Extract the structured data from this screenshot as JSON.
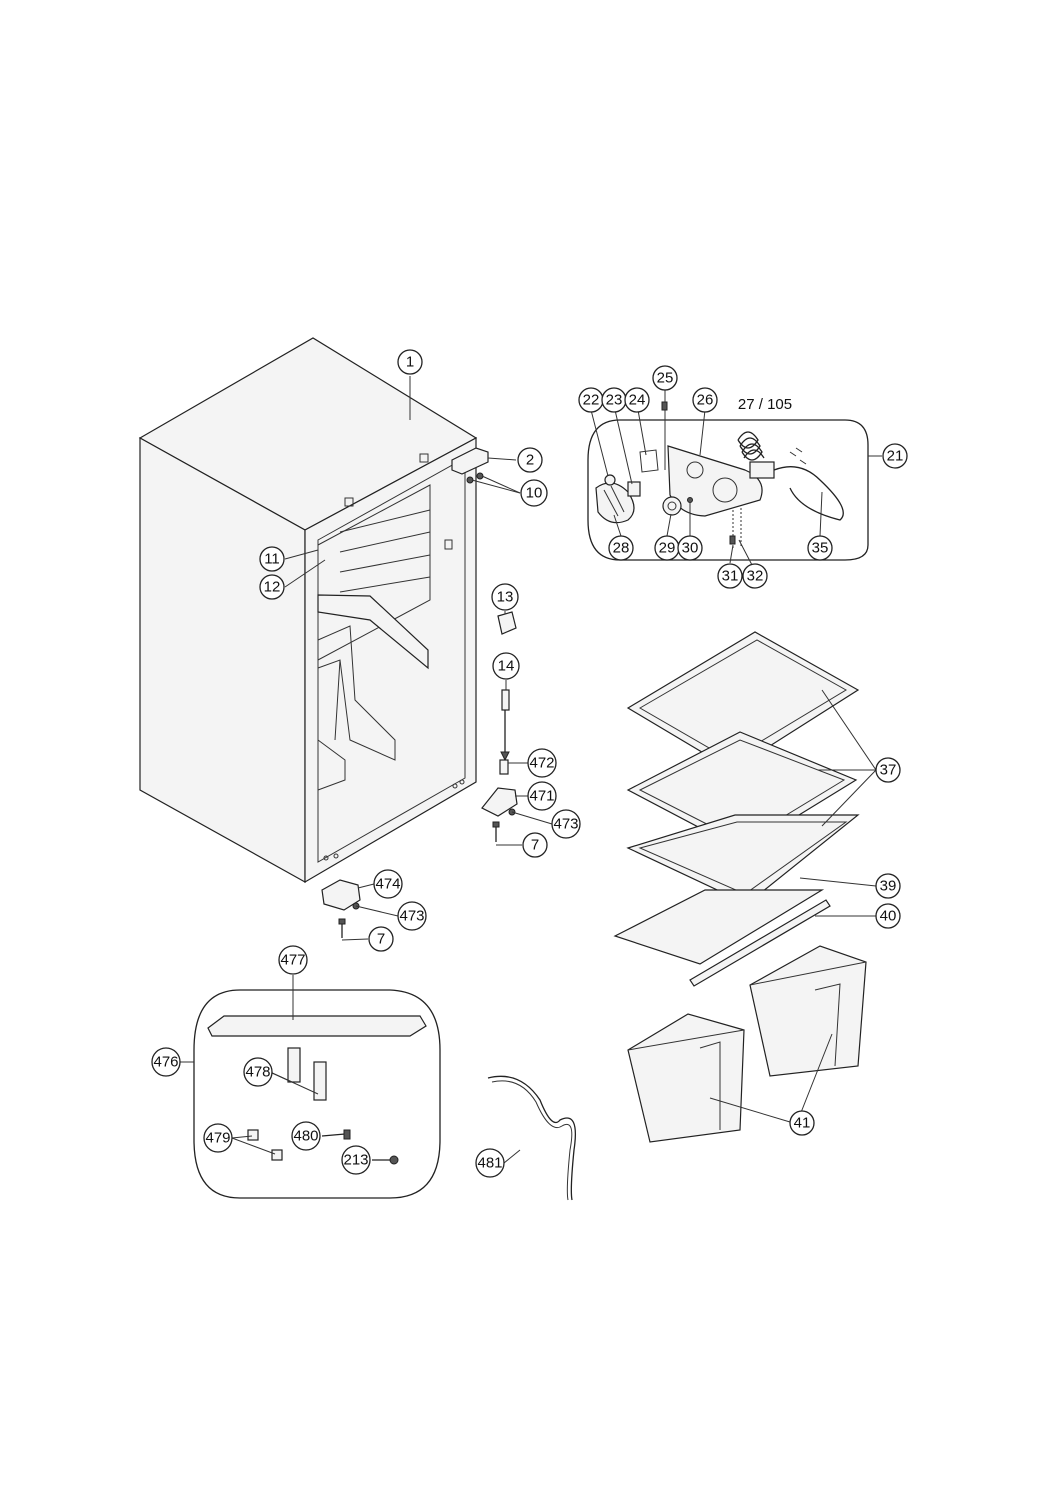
{
  "callouts": {
    "c1": "1",
    "c2": "2",
    "c10": "10",
    "c11": "11",
    "c12": "12",
    "c13": "13",
    "c14": "14",
    "c472": "472",
    "c471": "471",
    "c473a": "473",
    "c7a": "7",
    "c474": "474",
    "c473b": "473",
    "c7b": "7",
    "c22": "22",
    "c23": "23",
    "c24": "24",
    "c25": "25",
    "c26": "26",
    "c21": "21",
    "c28": "28",
    "c29": "29",
    "c30": "30",
    "c31": "31",
    "c32": "32",
    "c35": "35",
    "c37": "37",
    "c39": "39",
    "c40": "40",
    "c41": "41",
    "c477": "477",
    "c476": "476",
    "c478": "478",
    "c479": "479",
    "c480": "480",
    "c213": "213",
    "c481": "481"
  },
  "labels": {
    "l27_105": "27 / 105"
  }
}
